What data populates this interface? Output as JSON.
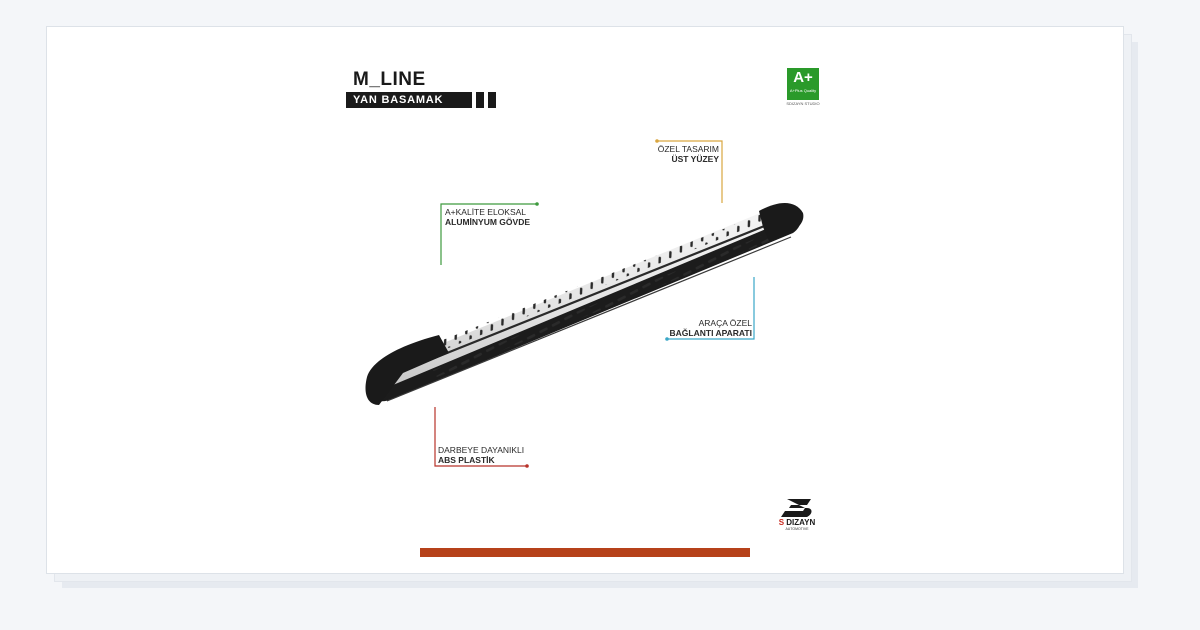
{
  "brand": {
    "title": "M_LINE",
    "subtitle": "YAN BASAMAK"
  },
  "badge": {
    "big": "A+",
    "small": "A+Plus Quality",
    "foot": "SDIZAYN STUDIO",
    "color": "#2a9a2a"
  },
  "callouts": {
    "top_surface": {
      "line1": "ÖZEL TASARIM",
      "line2": "ÜST YÜZEY",
      "color": "#d9a640"
    },
    "body": {
      "line1": "A+KALİTE ELOKSAL",
      "line2": "ALUMİNYUM GÖVDE",
      "color": "#3e9a3e"
    },
    "bracket": {
      "line1": "ARAÇA ÖZEL",
      "line2": "BAĞLANTI APARATI",
      "color": "#3aa7c7"
    },
    "end_cap": {
      "line1": "DARBEYE DAYANIKLI",
      "line2": "ABS PLASTİK",
      "color": "#b8332a"
    }
  },
  "logo": {
    "name_prefix": "S",
    "name_rest": " DIZAYN",
    "sub": "AUTOMOTIVE"
  },
  "colors": {
    "accent_bar": "#b6411a",
    "step_black": "#1c1c1c",
    "step_silver": "#e8e8e8"
  }
}
